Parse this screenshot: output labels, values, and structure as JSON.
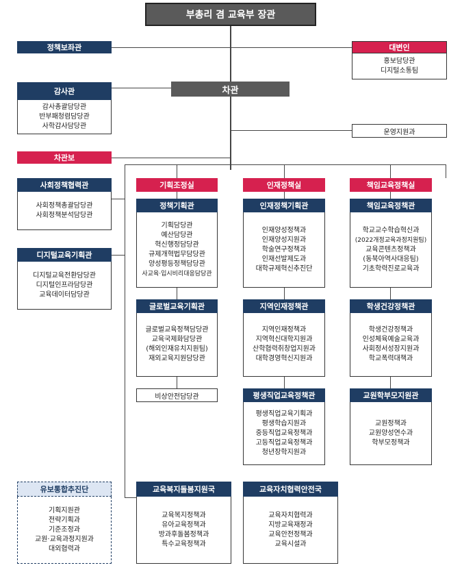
{
  "minister": "부총리 겸 교육부 장관",
  "vice_minister": "차관",
  "policy_advisor": "정책보좌관",
  "spokesperson": {
    "title": "대변인",
    "items": [
      "홍보담당관",
      "디지털소통팀"
    ]
  },
  "audit": {
    "title": "감사관",
    "items": [
      "감사총괄담당관",
      "반부패청렴담당관",
      "사학감사담당관"
    ]
  },
  "operations_support": "운영지원과",
  "deputy_vice": "차관보",
  "social_policy": {
    "title": "사회정책협력관",
    "items": [
      "사회정책총괄담당관",
      "사회정책분석담당관"
    ]
  },
  "digital_education": {
    "title": "디지털교육기획관",
    "items": [
      "디지털교육전환담당관",
      "디지털인프라담당관",
      "교육데이터담당관"
    ]
  },
  "yubo": {
    "title": "유보통합추진단",
    "items": [
      "기획지원관",
      "전략기획과",
      "기준조정과",
      "교원·교육과정지원과",
      "대외협력과"
    ]
  },
  "planning_office": {
    "title": "기획조정실",
    "policy_planning": {
      "title": "정책기획관",
      "items": [
        "기획담당관",
        "예산담당관",
        "혁신행정담당관",
        "규제개혁법무담당관",
        "양성평등정책담당관",
        "사교육·입시비리대응담당관"
      ]
    },
    "global_planning": {
      "title": "글로벌교육기획관",
      "items": [
        "글로벌교육정책담당관",
        "교육국제화담당관",
        "(해외인재유치지원팀)",
        "재외교육지원담당관"
      ]
    },
    "emergency": "비상안전담당관"
  },
  "talent_office": {
    "title": "인재정책실",
    "talent_planning": {
      "title": "인재정책기획관",
      "items": [
        "인재양성정책과",
        "인재양성지원과",
        "학술연구정책과",
        "인재선발제도과",
        "대학규제혁신추진단"
      ]
    },
    "regional_talent": {
      "title": "지역인재정책관",
      "items": [
        "지역인재정책과",
        "지역혁신대학지원과",
        "산학협력취창업지원과",
        "대학경영혁신지원과"
      ]
    },
    "lifelong": {
      "title": "평생직업교육정책관",
      "items": [
        "평생직업교육기획과",
        "평생학습지원과",
        "중등직업교육정책과",
        "고등직업교육정책과",
        "청년장학지원과"
      ]
    }
  },
  "responsible_office": {
    "title": "책임교육정책실",
    "responsible_policy": {
      "title": "책임교육정책관",
      "items": [
        "학교교수학습혁신과",
        "(2022개정교육과정지원팀)",
        "교육콘텐츠정책과",
        "(동북아역사대응팀)",
        "기초학력진로교육과"
      ]
    },
    "student_health": {
      "title": "학생건강정책관",
      "items": [
        "학생건강정책과",
        "인성체육예술교육과",
        "사회정서성장지원과",
        "학교폭력대책과"
      ]
    },
    "teacher_parent": {
      "title": "교원학부모지원관",
      "items": [
        "교원정책과",
        "교원양성연수과",
        "학부모정책과"
      ]
    }
  },
  "welfare_bureau": {
    "title": "교육복지돌봄지원국",
    "items": [
      "교육복지정책과",
      "유아교육정책과",
      "방과후돌봄정책과",
      "특수교육정책과"
    ]
  },
  "autonomy_bureau": {
    "title": "교육자치협력안전국",
    "items": [
      "교육자치협력과",
      "지방교육재정과",
      "교육안전정책과",
      "교육시설과"
    ]
  },
  "colors": {
    "navy": "#1f3d63",
    "pink": "#d6214f",
    "gray": "#5a5a5a"
  }
}
